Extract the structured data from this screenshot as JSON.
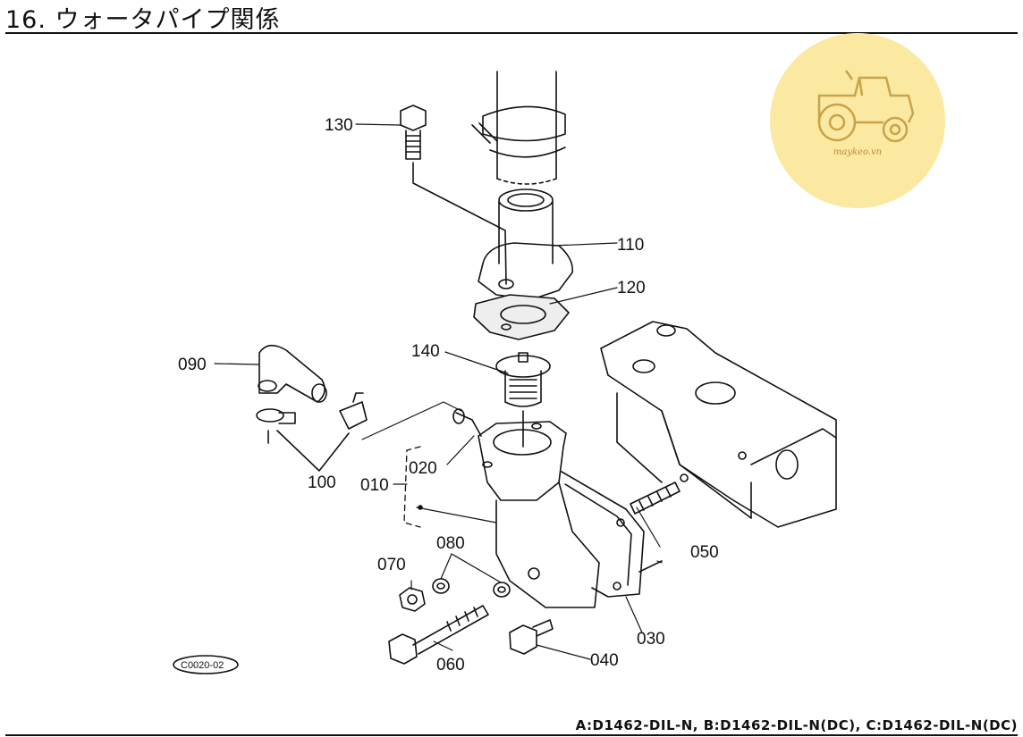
{
  "header": {
    "title": "16. ウォータパイプ関係"
  },
  "footer": {
    "models": "A:D1462-DIL-N,  B:D1462-DIL-N(DC),  C:D1462-DIL-N(DC)"
  },
  "diagram": {
    "code": "C0020-02",
    "part_labels": {
      "p010": "010",
      "p020": "020",
      "p030": "030",
      "p040": "040",
      "p050": "050",
      "p060": "060",
      "p070": "070",
      "p080": "080",
      "p090": "090",
      "p100": "100",
      "p110": "110",
      "p120": "120",
      "p130": "130",
      "p140": "140"
    }
  },
  "watermark": {
    "text": "maykeo.vn",
    "icon": "tractor-icon",
    "color": "#fbe9a1"
  }
}
